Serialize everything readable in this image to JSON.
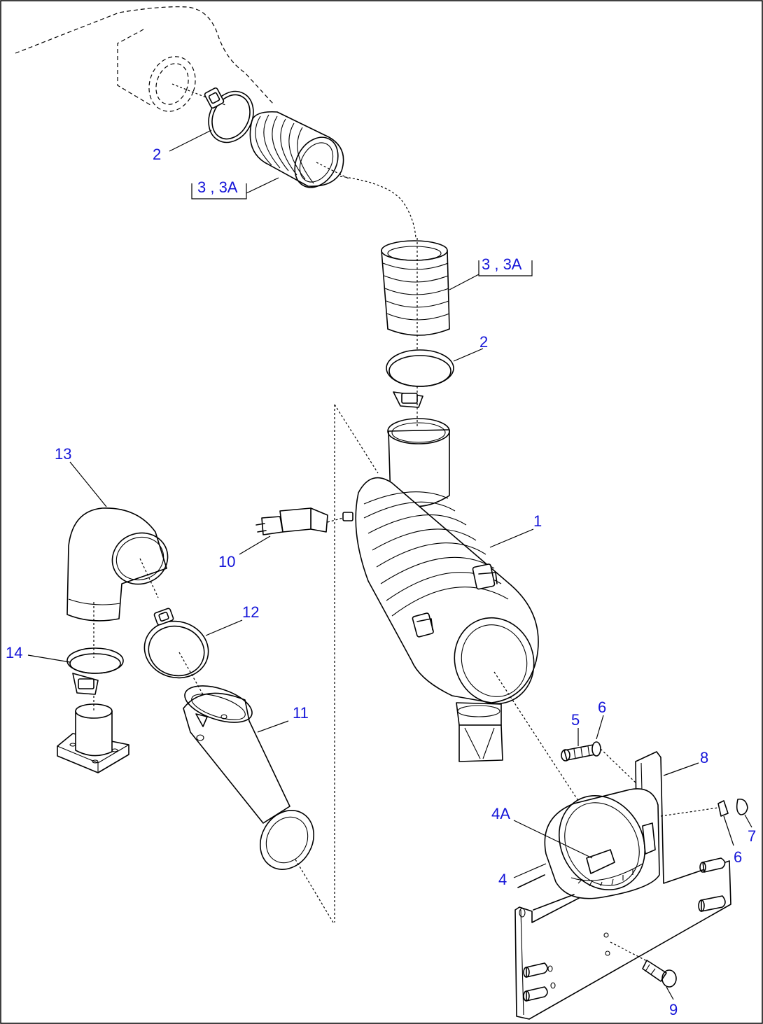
{
  "callouts": {
    "c1": "1",
    "c2a": "2",
    "c2b": "2",
    "c3a": "3 , 3A",
    "c3b": "3 , 3A",
    "c4": "4",
    "c4a": "4A",
    "c5": "5",
    "c6a": "6",
    "c6b": "6",
    "c7": "7",
    "c8": "8",
    "c9": "9",
    "c10": "10",
    "c11": "11",
    "c12": "12",
    "c13": "13",
    "c14": "14"
  },
  "colors": {
    "callout_text": "#1515d8",
    "line": "#000000",
    "background": "#ffffff"
  }
}
